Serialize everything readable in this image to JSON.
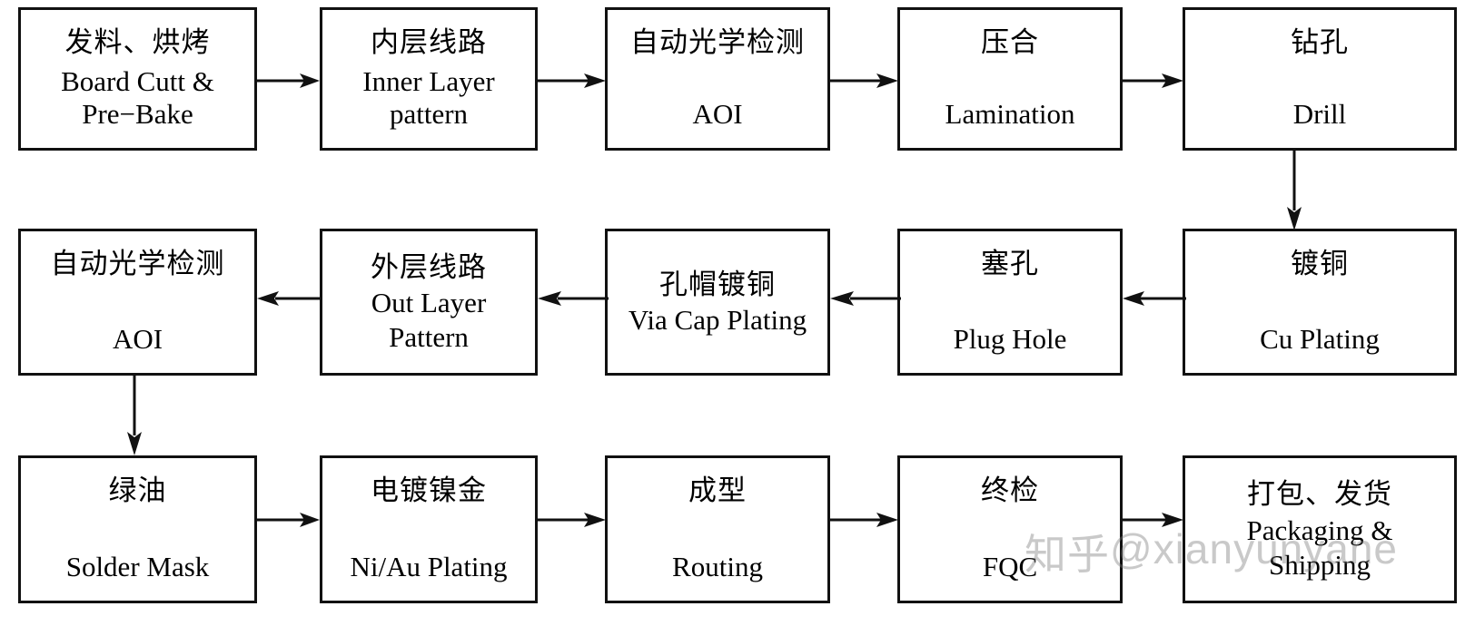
{
  "diagram": {
    "title": "PCB Manufacturing Process Flow",
    "line_color": "#111111",
    "box_fill": "#ffffff",
    "background": "#ffffff"
  },
  "nodes": [
    {
      "id": "board-cutt-pre-bake",
      "cn": "发料、烘烤",
      "en_lines": [
        "Board Cutt  &",
        "Pre−Bake"
      ],
      "row": 1,
      "col": 1
    },
    {
      "id": "inner-layer-pattern",
      "cn": "内层线路",
      "en_lines": [
        "Inner Layer",
        "pattern"
      ],
      "row": 1,
      "col": 2
    },
    {
      "id": "aoi-inner",
      "cn": "自动光学检测",
      "en_lines": [
        "AOI"
      ],
      "row": 1,
      "col": 3
    },
    {
      "id": "lamination",
      "cn": "压合",
      "en_lines": [
        "Lamination"
      ],
      "row": 1,
      "col": 4
    },
    {
      "id": "drill",
      "cn": "钻孔",
      "en_lines": [
        "Drill"
      ],
      "row": 1,
      "col": 5
    },
    {
      "id": "aoi-outer",
      "cn": "自动光学检测",
      "en_lines": [
        "AOI"
      ],
      "row": 2,
      "col": 1
    },
    {
      "id": "out-layer-pattern",
      "cn": "外层线路",
      "en_lines": [
        "Out Layer",
        "Pattern"
      ],
      "row": 2,
      "col": 2
    },
    {
      "id": "via-cap-plating",
      "cn": "孔帽镀铜",
      "en_lines": [
        "Via Cap Plating"
      ],
      "row": 2,
      "col": 3
    },
    {
      "id": "plug-hole",
      "cn": "塞孔",
      "en_lines": [
        "Plug Hole"
      ],
      "row": 2,
      "col": 4
    },
    {
      "id": "cu-plating",
      "cn": "镀铜",
      "en_lines": [
        "Cu Plating"
      ],
      "row": 2,
      "col": 5
    },
    {
      "id": "solder-mask",
      "cn": "绿油",
      "en_lines": [
        "Solder Mask"
      ],
      "row": 3,
      "col": 1
    },
    {
      "id": "ni-au-plating",
      "cn": "电镀镍金",
      "en_lines": [
        "Ni/Au Plating"
      ],
      "row": 3,
      "col": 2
    },
    {
      "id": "routing",
      "cn": "成型",
      "en_lines": [
        "Routing"
      ],
      "row": 3,
      "col": 3
    },
    {
      "id": "final-inspection",
      "cn": "终检",
      "en_lines": [
        "FQC"
      ],
      "row": 3,
      "col": 4
    },
    {
      "id": "packaging-shipping",
      "cn": "打包、发货",
      "en_lines": [
        "Packaging &",
        "Shipping"
      ],
      "row": 3,
      "col": 5
    }
  ],
  "connectors": [
    {
      "id": "c1",
      "from": "board-cutt-pre-bake",
      "to": "inner-layer-pattern",
      "direction": "right"
    },
    {
      "id": "c2",
      "from": "inner-layer-pattern",
      "to": "aoi-inner",
      "direction": "right"
    },
    {
      "id": "c3",
      "from": "aoi-inner",
      "to": "lamination",
      "direction": "right"
    },
    {
      "id": "c4",
      "from": "lamination",
      "to": "drill",
      "direction": "right"
    },
    {
      "id": "c5",
      "from": "drill",
      "to": "cu-plating",
      "direction": "down"
    },
    {
      "id": "c6",
      "from": "cu-plating",
      "to": "plug-hole",
      "direction": "left"
    },
    {
      "id": "c7",
      "from": "plug-hole",
      "to": "via-cap-plating",
      "direction": "left"
    },
    {
      "id": "c8",
      "from": "via-cap-plating",
      "to": "out-layer-pattern",
      "direction": "left"
    },
    {
      "id": "c9",
      "from": "out-layer-pattern",
      "to": "aoi-outer",
      "direction": "left"
    },
    {
      "id": "c10",
      "from": "aoi-outer",
      "to": "solder-mask",
      "direction": "down"
    },
    {
      "id": "c11",
      "from": "solder-mask",
      "to": "ni-au-plating",
      "direction": "right"
    },
    {
      "id": "c12",
      "from": "ni-au-plating",
      "to": "routing",
      "direction": "right"
    },
    {
      "id": "c13",
      "from": "routing",
      "to": "final-inspection",
      "direction": "right"
    },
    {
      "id": "c14",
      "from": "final-inspection",
      "to": "packaging-shipping",
      "direction": "right"
    }
  ],
  "watermark": {
    "zhihu": "知乎",
    "handle": "@xianyunyane"
  }
}
